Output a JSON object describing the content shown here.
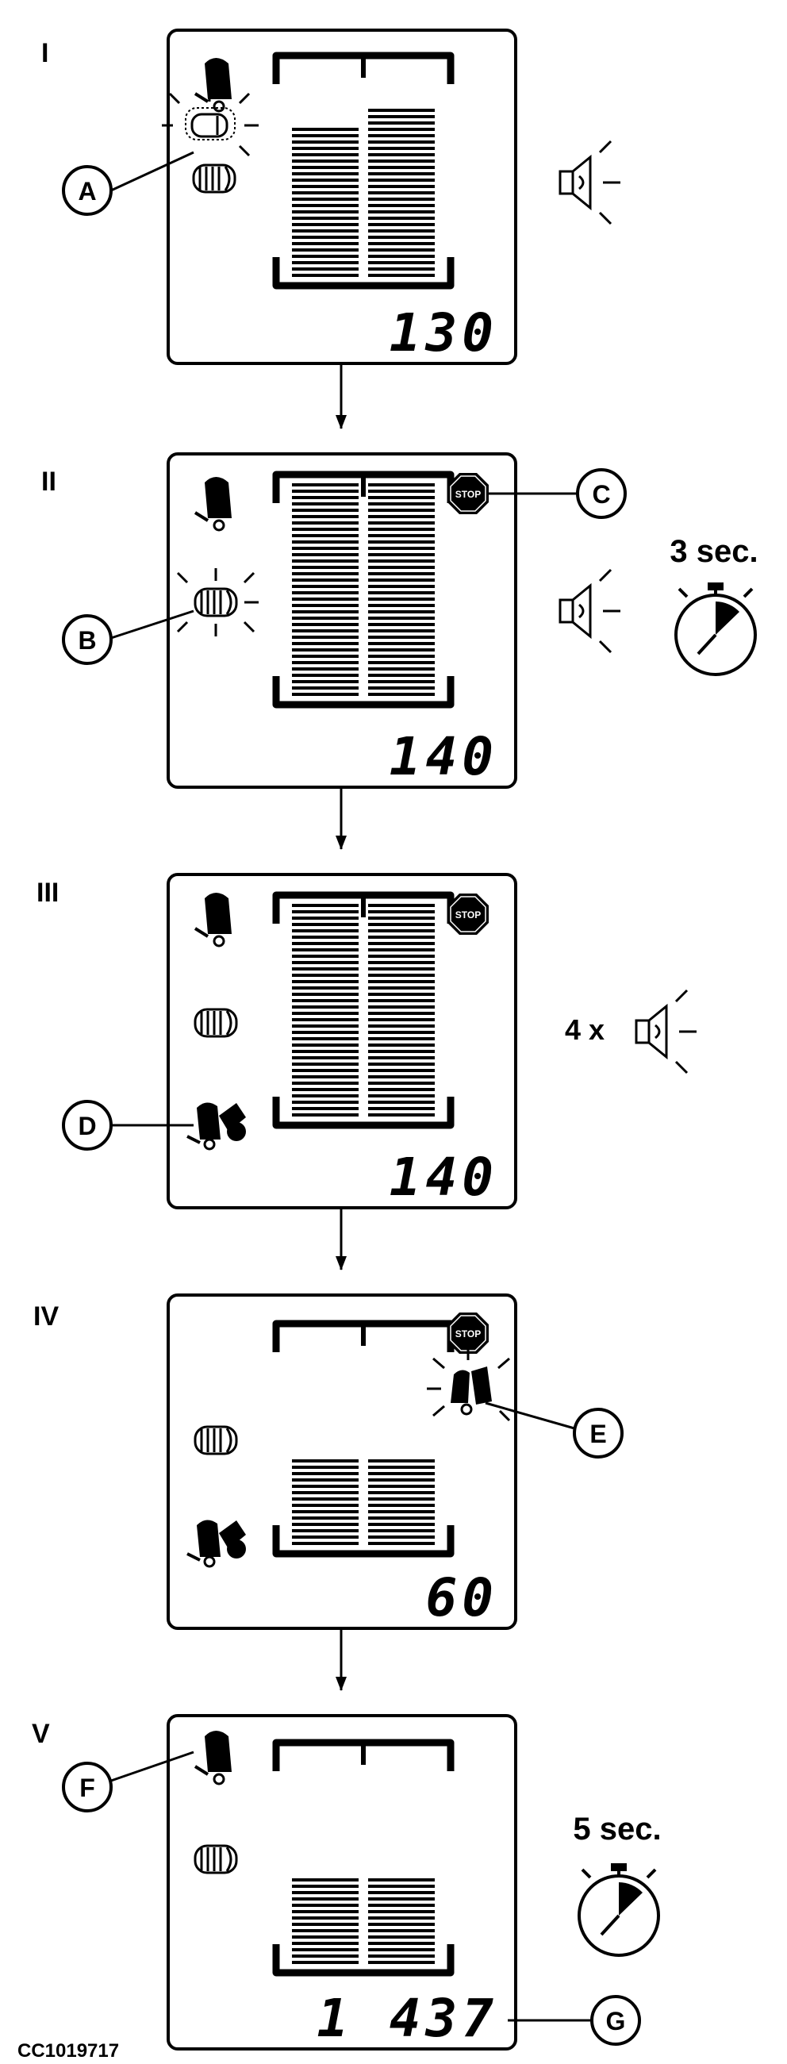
{
  "figure_id": "CC1019717",
  "steps": [
    {
      "roman": "I",
      "counter": "130",
      "callouts": [
        {
          "letter": "A"
        }
      ],
      "fill": {
        "left": 0.72,
        "right": 0.8
      },
      "icons": [
        "baler-icon",
        "bale-outline-flashing-icon",
        "bale-icon"
      ],
      "side": {
        "speaker": true,
        "times": "",
        "timer": ""
      }
    },
    {
      "roman": "II",
      "counter": "140",
      "callouts": [
        {
          "letter": "B"
        },
        {
          "letter": "C"
        }
      ],
      "fill": {
        "left": 1.0,
        "right": 1.0
      },
      "icons": [
        "baler-icon",
        "bale-flashing-icon",
        "stop-icon"
      ],
      "stop_label": "STOP",
      "side": {
        "speaker": true,
        "times": "",
        "timer": "3 sec."
      }
    },
    {
      "roman": "III",
      "counter": "140",
      "callouts": [
        {
          "letter": "D"
        }
      ],
      "fill": {
        "left": 1.0,
        "right": 1.0
      },
      "icons": [
        "baler-icon",
        "bale-icon",
        "wrapper-icon",
        "stop-icon"
      ],
      "stop_label": "STOP",
      "side": {
        "speaker": true,
        "times": "4 x",
        "timer": ""
      }
    },
    {
      "roman": "IV",
      "counter": "60",
      "callouts": [
        {
          "letter": "E"
        }
      ],
      "fill": {
        "left": 0.4,
        "right": 0.4
      },
      "icons": [
        "tailgate-open-flashing-icon",
        "bale-icon",
        "wrapper-icon",
        "stop-icon"
      ],
      "stop_label": "STOP",
      "side": {
        "speaker": false,
        "times": "",
        "timer": ""
      }
    },
    {
      "roman": "V",
      "counter": "1 437",
      "callouts": [
        {
          "letter": "F"
        },
        {
          "letter": "G"
        }
      ],
      "fill": {
        "left": 0.4,
        "right": 0.4
      },
      "icons": [
        "baler-icon",
        "bale-icon"
      ],
      "side": {
        "speaker": false,
        "times": "",
        "timer": "5 sec."
      }
    }
  ]
}
